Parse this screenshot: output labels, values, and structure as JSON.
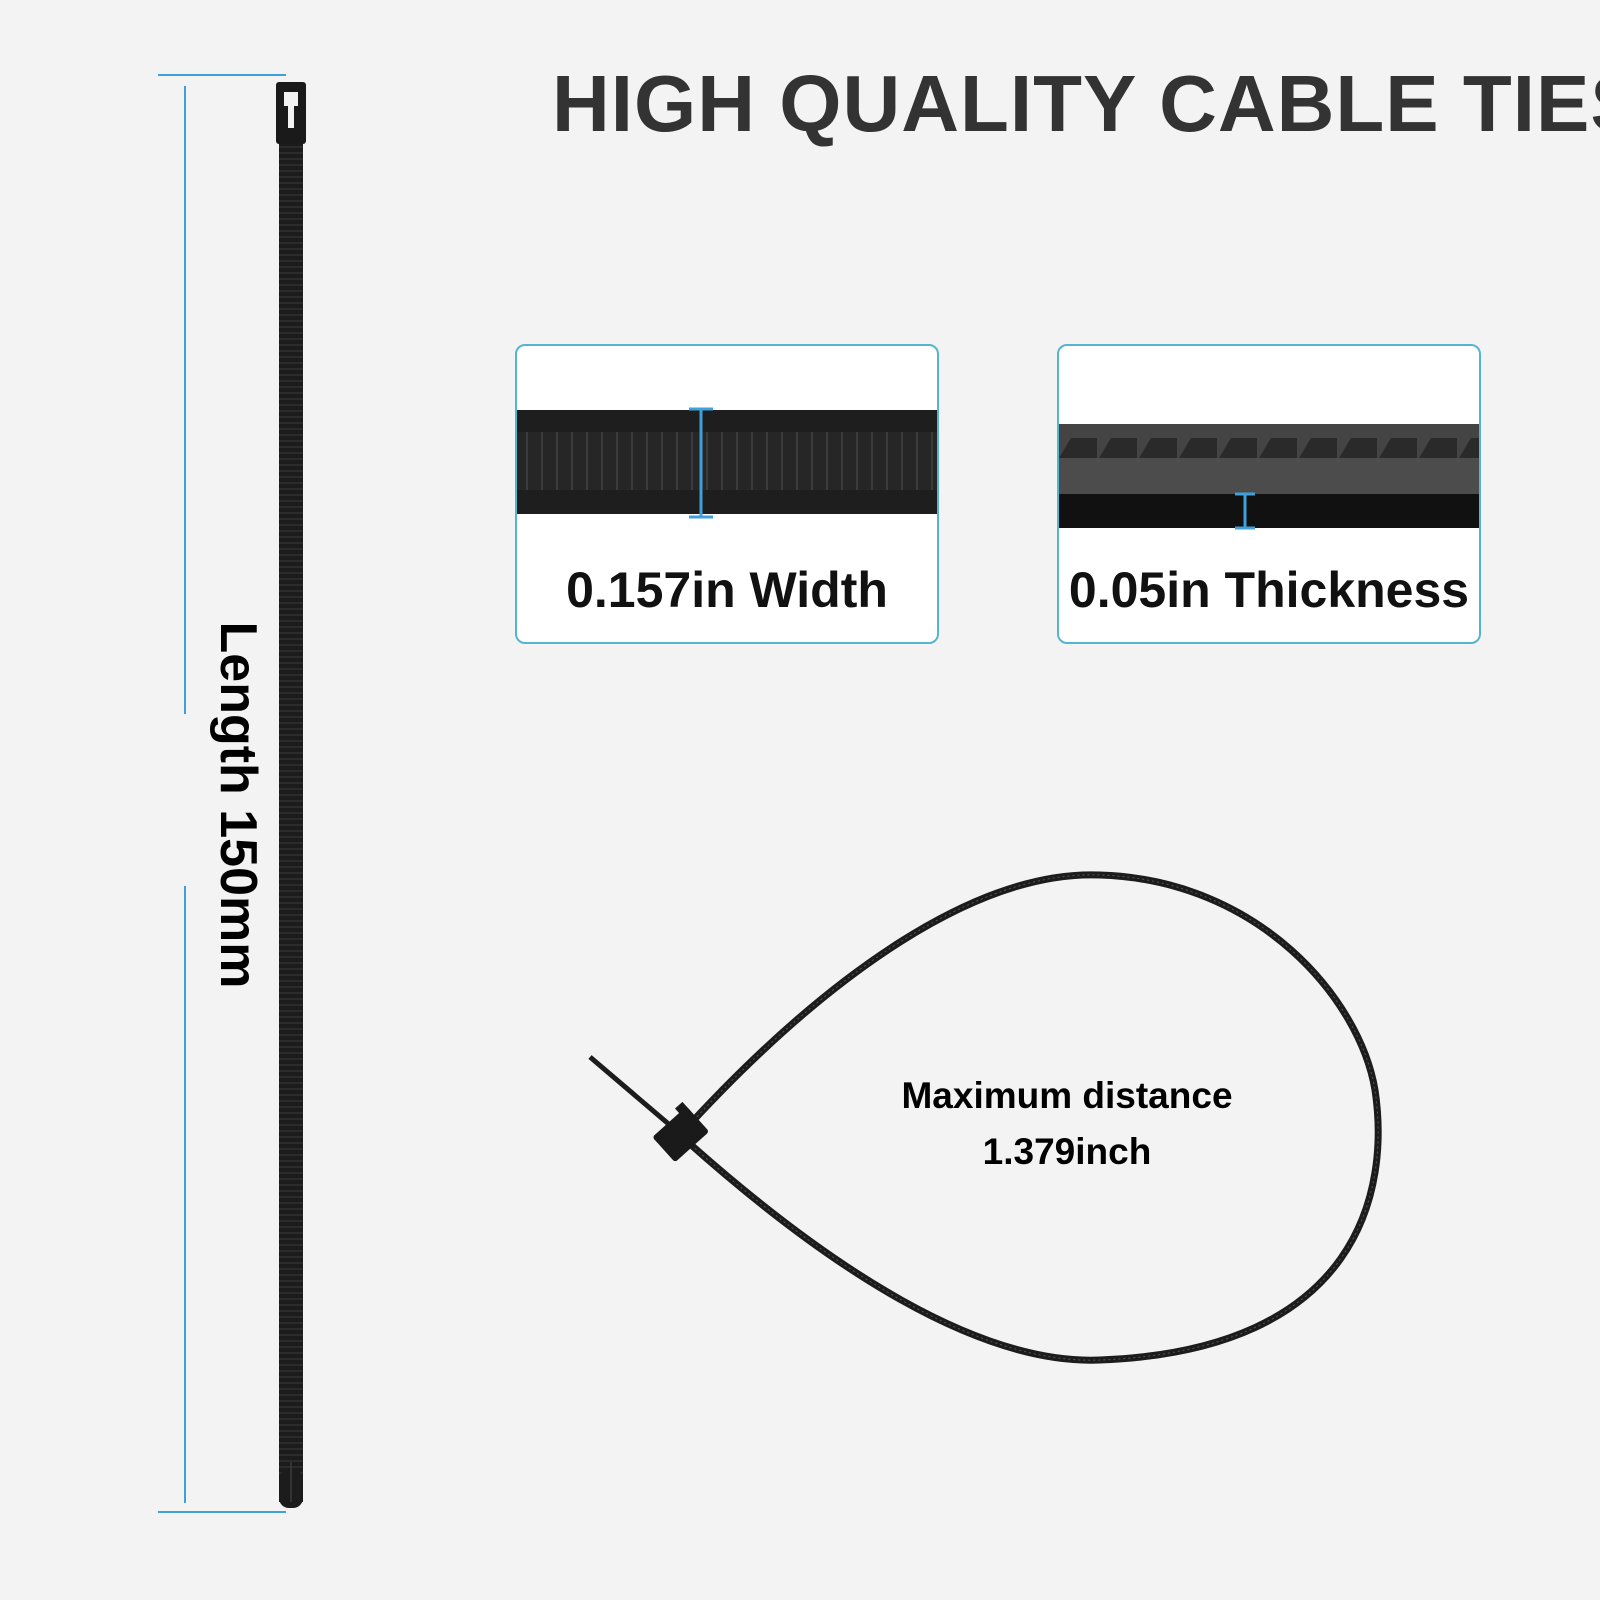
{
  "title": "HIGH QUALITY CABLE TIES",
  "length_label": "Length 150mm",
  "width_card": {
    "label": "0.157in Width"
  },
  "thickness_card": {
    "label": "0.05in Thickness"
  },
  "loop": {
    "line1": "Maximum distance",
    "line2": "1.379inch"
  },
  "colors": {
    "accent": "#3fa0db",
    "card_border": "#56b4d3",
    "tie": "#1c1c1c",
    "background": "#f3f3f3"
  }
}
